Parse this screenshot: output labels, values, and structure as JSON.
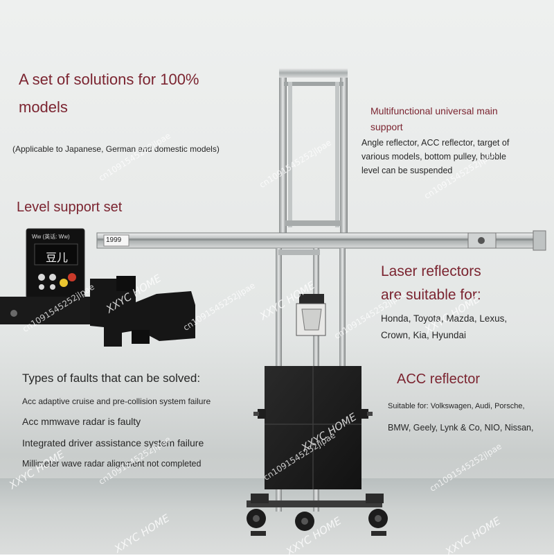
{
  "headline": {
    "line1": "A set of solutions for 100%",
    "line2": "models"
  },
  "applicable_note": "(Applicable to Japanese, German and domestic models)",
  "main_support": {
    "title_line1": "Multifunctional universal main",
    "title_line2": "support",
    "desc_line1": "Angle reflector, ACC reflector, target of",
    "desc_line2": "various models, bottom pulley, bubble",
    "desc_line3": "level can be suspended"
  },
  "level_support": {
    "title": "Level support set",
    "display_header": "Ww (英话: Ww)",
    "display_value": "豆儿",
    "bar_number": "1999"
  },
  "laser": {
    "title_line1": "Laser reflectors",
    "title_line2": "are suitable for:",
    "brands_line1": "Honda, Toyota, Mazda, Lexus,",
    "brands_line2": "Crown, Kia, Hyundai"
  },
  "faults": {
    "title": "Types of faults that can be solved:",
    "items": [
      "Acc adaptive cruise and pre-collision system failure",
      "Acc mmwave radar is faulty",
      "Integrated driver assistance system failure",
      "Millimeter wave radar alignment not completed"
    ]
  },
  "acc": {
    "title": "ACC reflector",
    "line1": "Suitable for: Volkswagen, Audi, Porsche,",
    "line2": "BMW, Geely, Lynk & Co, NIO, Nissan,"
  },
  "watermarks": {
    "code": "cn1091545252jlpae",
    "brand": "XXYC HOME"
  },
  "colors": {
    "accent": "#7b2430",
    "text": "#262626",
    "background": "#e6e9e8"
  }
}
